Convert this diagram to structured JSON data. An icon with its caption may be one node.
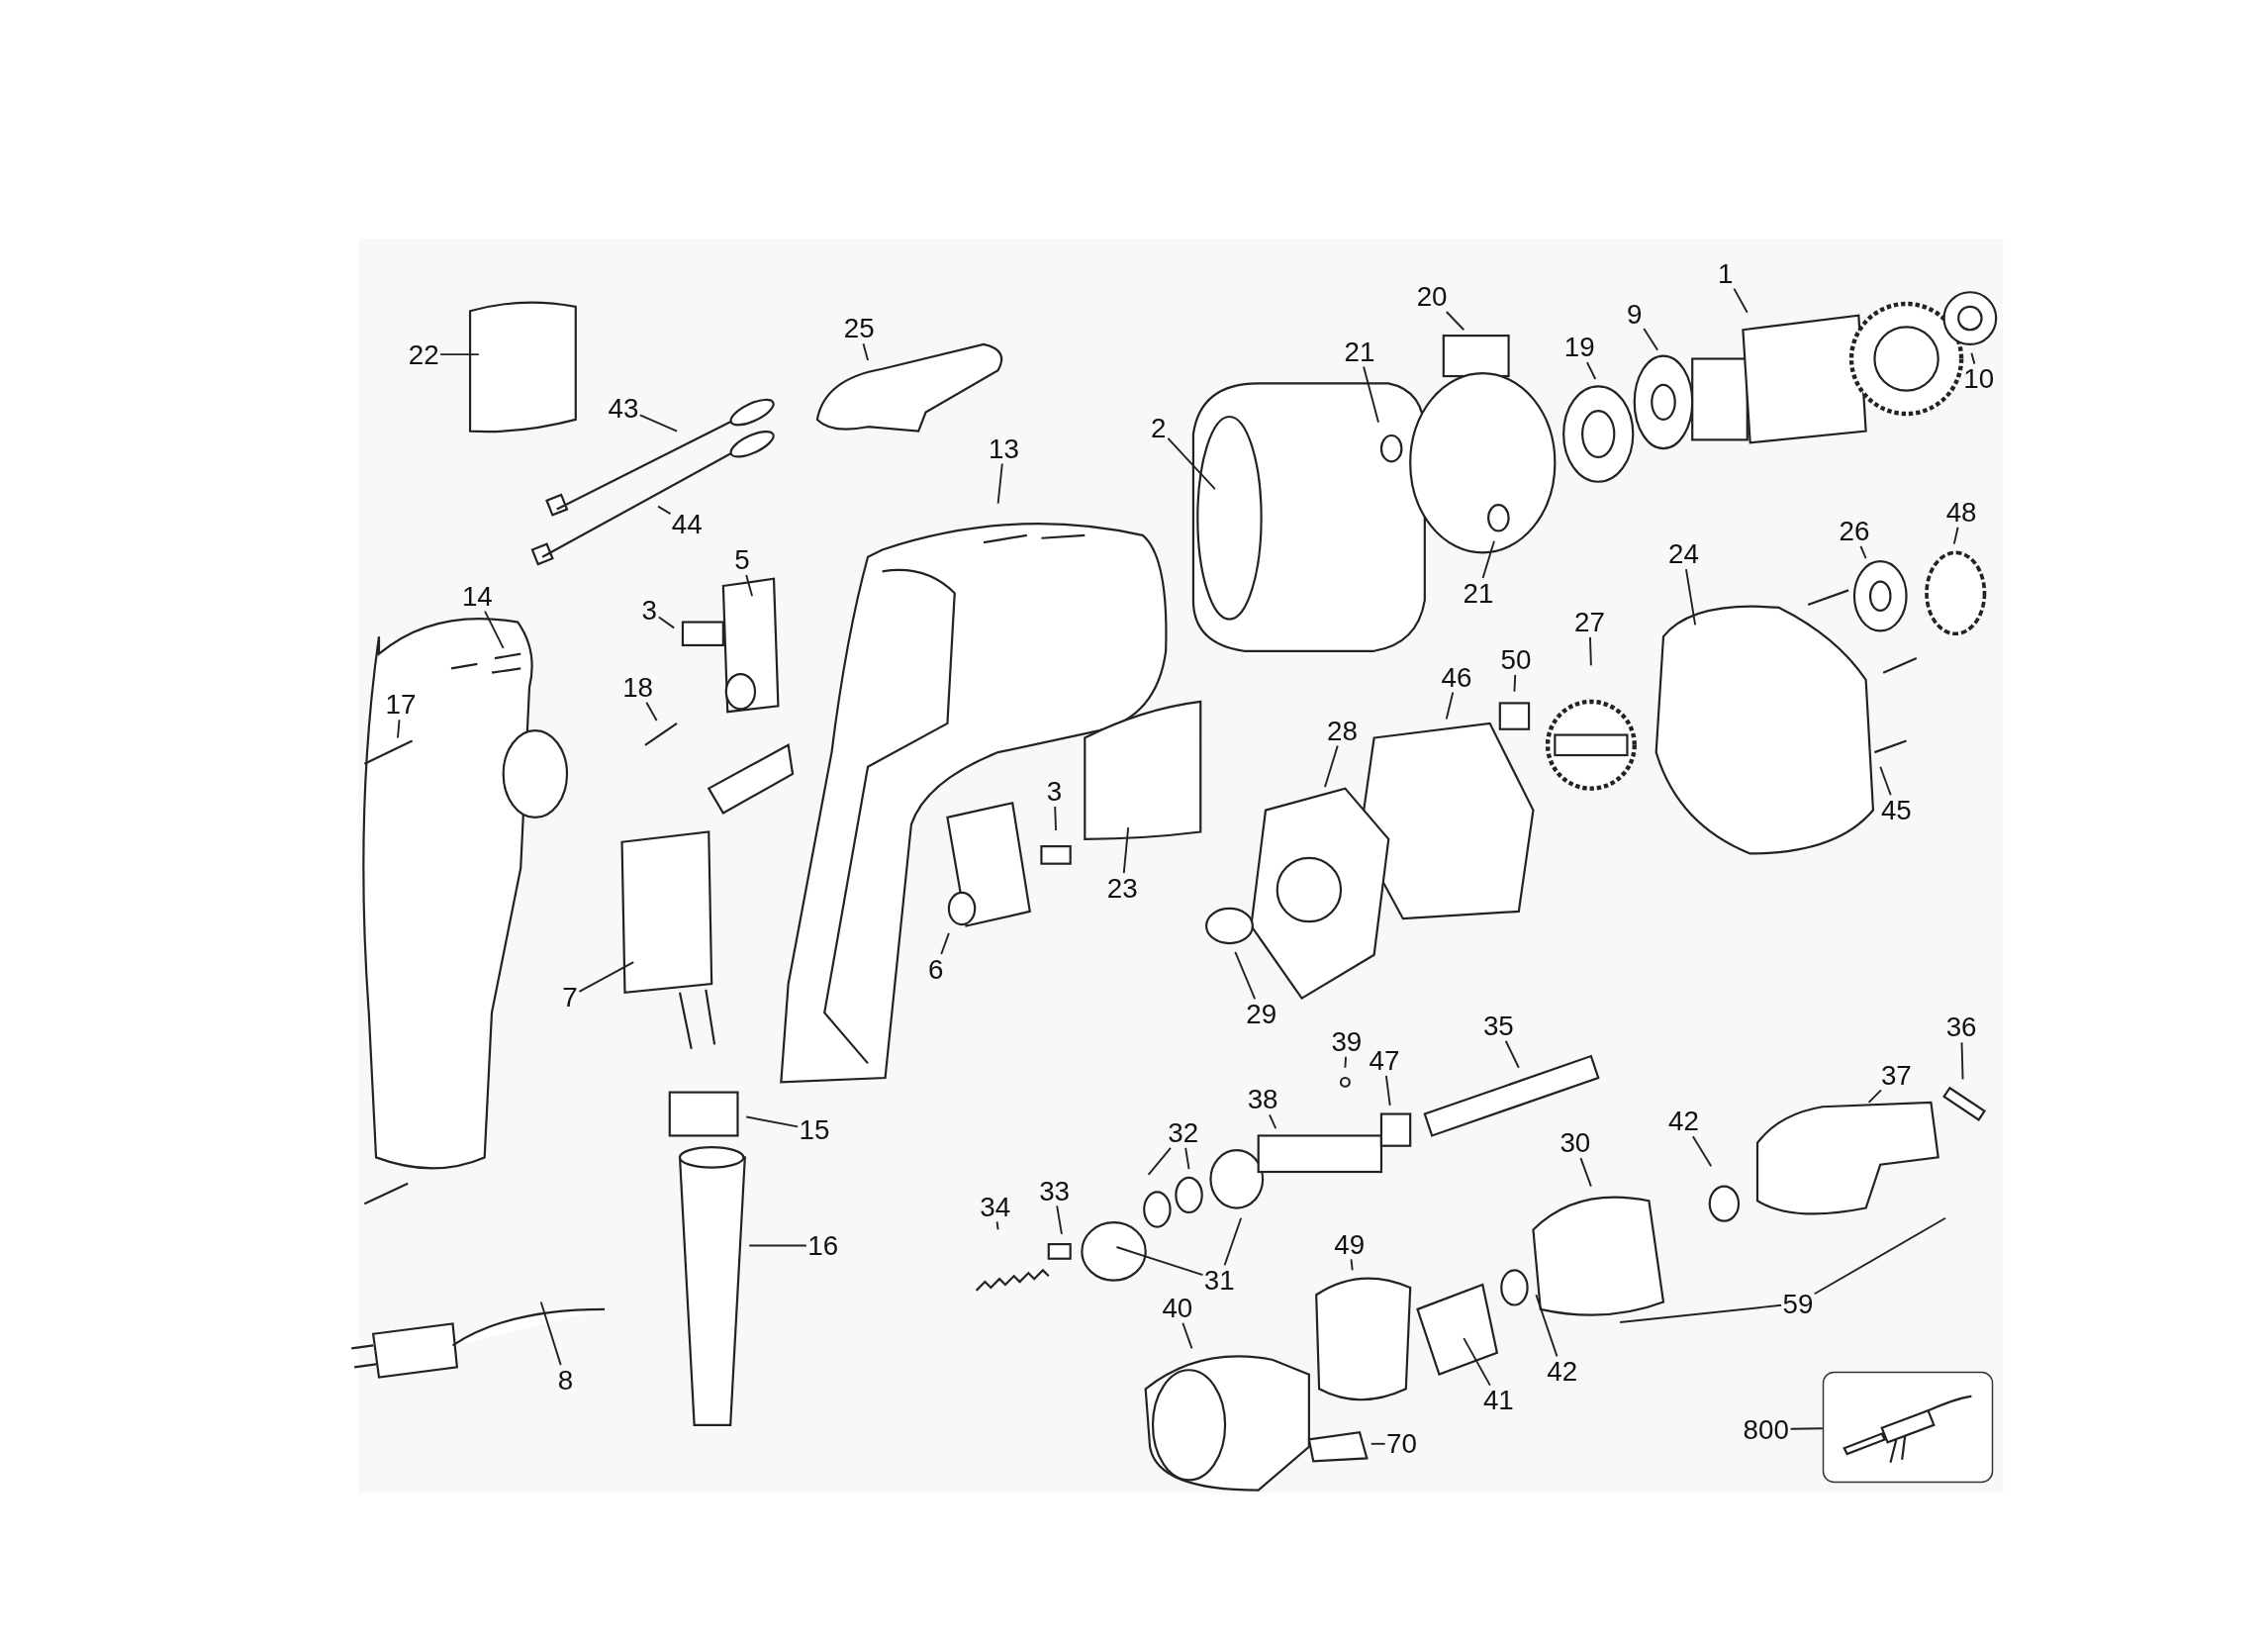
{
  "diagram": {
    "nodes": [
      {
        "text": [
          "22"
        ]
      },
      {
        "text": [
          "25"
        ]
      },
      {
        "text": [
          "43"
        ]
      },
      {
        "text": [
          "44"
        ]
      },
      {
        "text": [
          "13"
        ]
      },
      {
        "text": [
          "5"
        ]
      },
      {
        "text": [
          "14"
        ]
      },
      {
        "text": [
          "3"
        ]
      },
      {
        "text": [
          "18"
        ]
      },
      {
        "text": [
          "17"
        ]
      },
      {
        "text": [
          "7"
        ]
      },
      {
        "text": [
          "15"
        ]
      },
      {
        "text": [
          "16"
        ]
      },
      {
        "text": [
          "8"
        ]
      },
      {
        "text": [
          "20"
        ]
      },
      {
        "text": [
          "1"
        ]
      },
      {
        "text": [
          "9"
        ]
      },
      {
        "text": [
          "19"
        ]
      },
      {
        "text": [
          "21"
        ]
      },
      {
        "text": [
          "2"
        ]
      },
      {
        "text": [
          "10"
        ]
      },
      {
        "text": [
          "21"
        ]
      },
      {
        "text": [
          "26"
        ]
      },
      {
        "text": [
          "48"
        ]
      },
      {
        "text": [
          "24"
        ]
      },
      {
        "text": [
          "27"
        ]
      },
      {
        "text": [
          "50"
        ]
      },
      {
        "text": [
          "46"
        ]
      },
      {
        "text": [
          "28"
        ]
      },
      {
        "text": [
          "45"
        ]
      },
      {
        "text": [
          "3"
        ]
      },
      {
        "text": [
          "23"
        ]
      },
      {
        "text": [
          "6"
        ]
      },
      {
        "text": [
          "29"
        ]
      },
      {
        "text": [
          "35"
        ]
      },
      {
        "text": [
          "36"
        ]
      },
      {
        "text": [
          "39"
        ]
      },
      {
        "text": [
          "47"
        ]
      },
      {
        "text": [
          "37"
        ]
      },
      {
        "text": [
          "38"
        ]
      },
      {
        "text": [
          "42"
        ]
      },
      {
        "text": [
          "32"
        ]
      },
      {
        "text": [
          "30"
        ]
      },
      {
        "text": [
          "33"
        ]
      },
      {
        "text": [
          "34"
        ]
      },
      {
        "text": [
          "49"
        ]
      },
      {
        "text": [
          "31"
        ]
      },
      {
        "text": [
          "59"
        ]
      },
      {
        "text": [
          "40"
        ]
      },
      {
        "text": [
          "42"
        ]
      },
      {
        "text": [
          "41"
        ]
      },
      {
        "text": [
          "70"
        ]
      },
      {
        "text": [
          "800"
        ]
      },
      {
        "text": [],
        "shape": "box"
      }
    ],
    "edges": [
      {
        "from": 0,
        "to": null,
        "arrow": "none"
      },
      {
        "from": 1,
        "to": null,
        "arrow": "none"
      },
      {
        "from": 2,
        "to": null,
        "arrow": "none"
      },
      {
        "from": 3,
        "to": null,
        "arrow": "none"
      },
      {
        "from": 4,
        "to": null,
        "arrow": "none"
      },
      {
        "from": 5,
        "to": null,
        "arrow": "none"
      },
      {
        "from": 6,
        "to": null,
        "arrow": "none"
      },
      {
        "from": 7,
        "to": null,
        "arrow": "none"
      },
      {
        "from": 8,
        "to": null,
        "arrow": "none"
      },
      {
        "from": 9,
        "to": null,
        "arrow": "none"
      },
      {
        "from": 10,
        "to": null,
        "arrow": "none"
      },
      {
        "from": 11,
        "to": null,
        "arrow": "none"
      },
      {
        "from": 12,
        "to": null,
        "arrow": "none"
      },
      {
        "from": 13,
        "to": null,
        "arrow": "none"
      },
      {
        "from": 14,
        "to": null,
        "arrow": "none"
      },
      {
        "from": 15,
        "to": null,
        "arrow": "none"
      },
      {
        "from": 16,
        "to": null,
        "arrow": "none"
      },
      {
        "from": 17,
        "to": null,
        "arrow": "none"
      },
      {
        "from": 18,
        "to": null,
        "arrow": "none"
      },
      {
        "from": 19,
        "to": null,
        "arrow": "none"
      },
      {
        "from": 20,
        "to": null,
        "arrow": "none"
      },
      {
        "from": 21,
        "to": null,
        "arrow": "none"
      },
      {
        "from": 22,
        "to": null,
        "arrow": "none"
      },
      {
        "from": 23,
        "to": null,
        "arrow": "none"
      },
      {
        "from": 24,
        "to": null,
        "arrow": "none"
      },
      {
        "from": 25,
        "to": null,
        "arrow": "none"
      },
      {
        "from": 26,
        "to": null,
        "arrow": "none"
      },
      {
        "from": 27,
        "to": null,
        "arrow": "none"
      },
      {
        "from": 28,
        "to": null,
        "arrow": "none"
      },
      {
        "from": 29,
        "to": null,
        "arrow": "none"
      },
      {
        "from": 30,
        "to": null,
        "arrow": "none"
      },
      {
        "from": 31,
        "to": null,
        "arrow": "none"
      },
      {
        "from": 32,
        "to": null,
        "arrow": "none"
      },
      {
        "from": 33,
        "to": null,
        "arrow": "none"
      },
      {
        "from": 34,
        "to": null,
        "arrow": "none"
      },
      {
        "from": 35,
        "to": null,
        "arrow": "none"
      },
      {
        "from": 36,
        "to": null,
        "arrow": "none"
      },
      {
        "from": 37,
        "to": null,
        "arrow": "none"
      },
      {
        "from": 38,
        "to": null,
        "arrow": "none"
      },
      {
        "from": 39,
        "to": null,
        "arrow": "none"
      },
      {
        "from": 40,
        "to": null,
        "arrow": "none"
      },
      {
        "from": 41,
        "to": null,
        "arrow": "none"
      },
      {
        "from": 41,
        "to": null,
        "arrow": "none"
      },
      {
        "from": 42,
        "to": null,
        "arrow": "none"
      },
      {
        "from": 43,
        "to": null,
        "arrow": "none"
      },
      {
        "from": 44,
        "to": null,
        "arrow": "none"
      },
      {
        "from": 45,
        "to": null,
        "arrow": "none"
      },
      {
        "from": 46,
        "to": null,
        "arrow": "none"
      },
      {
        "from": 46,
        "to": null,
        "arrow": "none"
      },
      {
        "from": 47,
        "to": null,
        "arrow": "none"
      },
      {
        "from": 47,
        "to": null,
        "arrow": "none"
      },
      {
        "from": 48,
        "to": null,
        "arrow": "none"
      },
      {
        "from": 49,
        "to": null,
        "arrow": "none"
      },
      {
        "from": 50,
        "to": null,
        "arrow": "none"
      },
      {
        "from": 51,
        "to": null,
        "arrow": "none"
      },
      {
        "from": 52,
        "to": 53,
        "arrow": "none"
      }
    ]
  }
}
